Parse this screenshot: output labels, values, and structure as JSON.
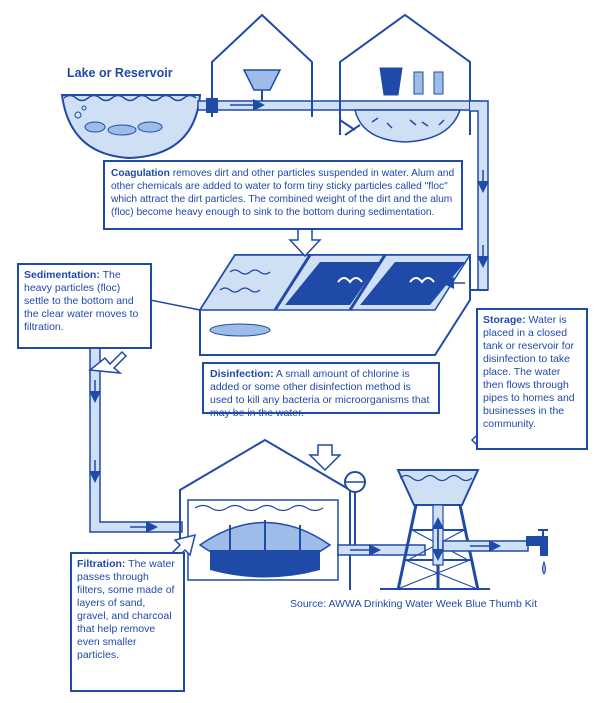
{
  "labels": {
    "lake": "Lake or Reservoir",
    "source": "Source: AWWA Drinking Water Week Blue Thumb Kit"
  },
  "steps": {
    "coagulation": {
      "title": "Coagulation",
      "text": " removes dirt and other particles suspended in water. Alum and other chemicals are added to water to form tiny sticky particles called \"floc\" which attract the dirt particles. The combined weight of the dirt and the alum (floc) become heavy enough to sink to the bottom during sedimentation."
    },
    "sedimentation": {
      "title": "Sedimentation:",
      "text": " The heavy particles (floc) settle to the bottom and the clear water moves to filtration."
    },
    "disinfection": {
      "title": "Disinfection:",
      "text": " A small amount of chlorine is added or some other disinfection method is used to kill any bacteria or microorganisms that may be in the water."
    },
    "storage": {
      "title": "Storage:",
      "text": " Water is placed in a closed tank or reservoir for disinfection to take place. The water then flows through pipes to homes and businesses in the community."
    },
    "filtration": {
      "title": "Filtration:",
      "text": " The water passes through filters, some made of layers of sand, gravel, and charcoal that help remove even smaller particles."
    }
  },
  "colors": {
    "line": "#1f4aa8",
    "fill_light": "#cfe0f5",
    "fill_mid": "#9dbde8",
    "fill_dark": "#1f4aa8"
  }
}
